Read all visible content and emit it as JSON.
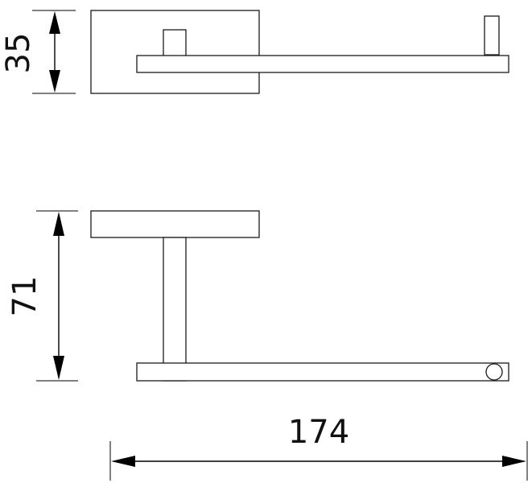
{
  "dimensions": {
    "depth": "35",
    "height": "71",
    "width": "174"
  },
  "colors": {
    "line": "#1a1a1a",
    "background": "#ffffff"
  }
}
